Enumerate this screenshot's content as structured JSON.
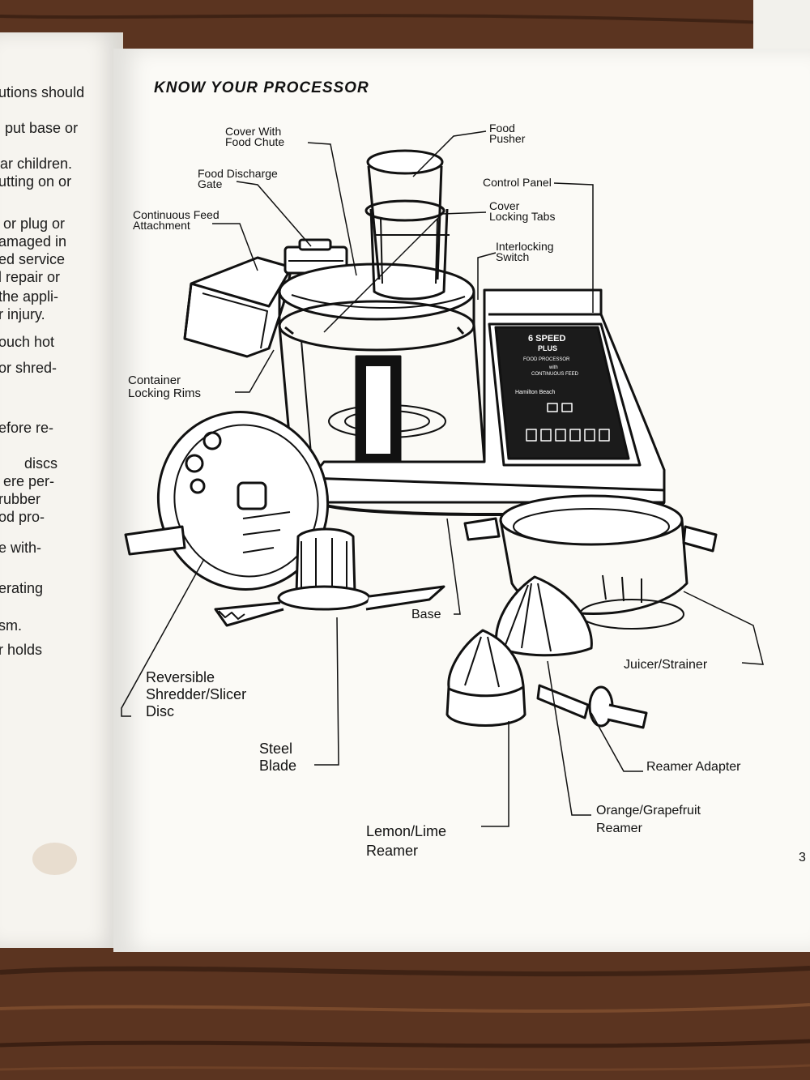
{
  "page": {
    "title": "KNOW YOUR PROCESSOR",
    "page_number": "3"
  },
  "left_page": {
    "lines": [
      "utions should",
      "put base or",
      "ar children.",
      "utting on or",
      "or plug or",
      "amaged in",
      "ed service",
      "l repair or",
      "the appli-",
      "r injury.",
      "ouch hot",
      "or shred-",
      "efore re-",
      "discs",
      "ere per-",
      "rubber",
      "od pro-",
      "e with-",
      "erating",
      "sm.",
      "r holds"
    ]
  },
  "panel_text": {
    "brand_line1": "6 SPEED",
    "brand_line2": "PLUS",
    "product": "FOOD PROCESSOR",
    "with": "with",
    "feature": "CONTINUOUS FEED",
    "maker": "Hamilton Beach"
  },
  "labels": {
    "cover_chute": "Cover With\nFood Chute",
    "food_pusher": "Food\nPusher",
    "discharge_gate": "Food Discharge\nGate",
    "control_panel": "Control Panel",
    "cover_tabs": "Cover\nLocking Tabs",
    "continuous_feed": "Continuous Feed\nAttachment",
    "interlock": "Interlocking\nSwitch",
    "container_rims": "Container\nLocking Rims",
    "base": "Base",
    "juicer": "Juicer/Strainer",
    "shredder": "Reversible\nShredder/Slicer\nDisc",
    "steel_blade": "Steel\nBlade",
    "reamer_adapter": "Reamer Adapter",
    "orange_reamer": "Orange/Grapefruit\nReamer",
    "lemon_reamer": "Lemon/Lime\nReamer"
  }
}
